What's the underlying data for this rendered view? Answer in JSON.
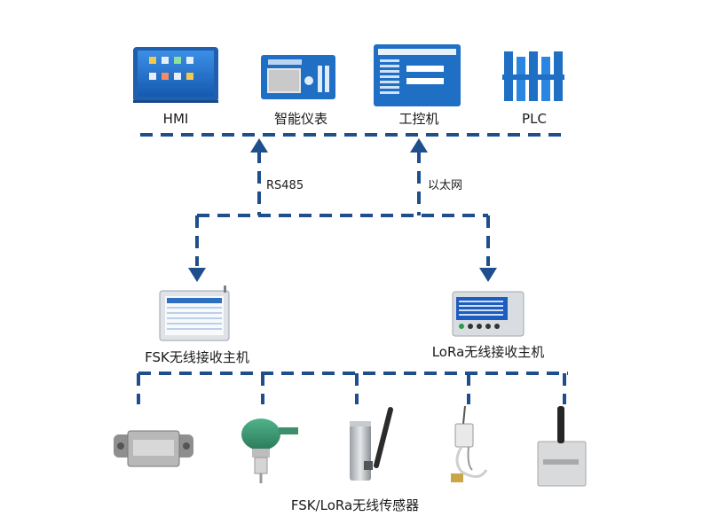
{
  "top_devices": [
    {
      "label": "HMI",
      "icon": "hmi-touch-panel-icon"
    },
    {
      "label": "智能仪表",
      "icon": "smart-meter-icon"
    },
    {
      "label": "工控机",
      "icon": "industrial-pc-icon"
    },
    {
      "label": "PLC",
      "icon": "plc-icon"
    }
  ],
  "links": {
    "left": "RS485",
    "right": "以太网"
  },
  "receivers": [
    {
      "label": "FSK无线接收主机",
      "icon": "fsk-receiver-icon"
    },
    {
      "label": "LoRa无线接收主机",
      "icon": "lora-receiver-icon"
    }
  ],
  "sensors": {
    "label": "FSK/LoRa无线传感器",
    "icons": [
      "strain-sensor-icon",
      "gas-sensor-icon",
      "cylinder-antenna-sensor-icon",
      "clamp-temperature-sensor-icon",
      "box-antenna-sensor-icon"
    ]
  },
  "colors": {
    "line": "#1f4e8c",
    "device_blue": "#1f6fc4",
    "device_light": "#2a86e0"
  }
}
